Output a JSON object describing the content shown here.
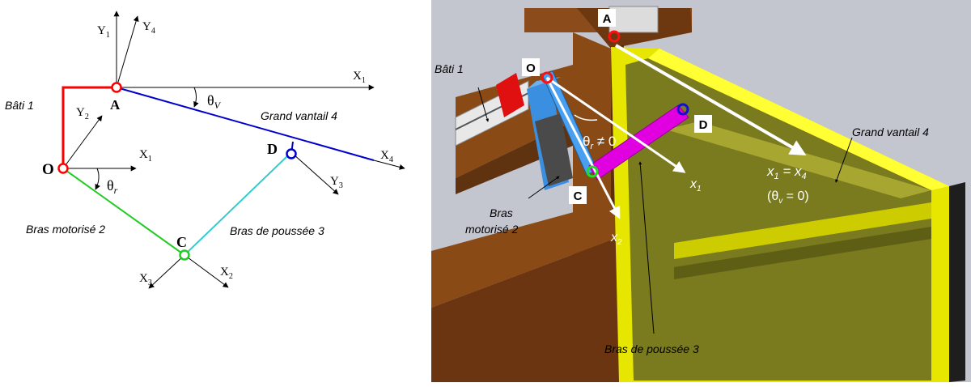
{
  "left": {
    "points": {
      "O": "O",
      "A": "A",
      "C": "C",
      "D": "D"
    },
    "axes": {
      "Y1": "Y",
      "Y1_sub": "1",
      "Y4": "Y",
      "Y4_sub": "4",
      "X1_top": "X",
      "X1_top_sub": "1",
      "Y2": "Y",
      "Y2_sub": "2",
      "X1_mid": "X",
      "X1_mid_sub": "1",
      "X4": "X",
      "X4_sub": "4",
      "Y3": "Y",
      "Y3_sub": "3",
      "X3": "X",
      "X3_sub": "3",
      "X2": "X",
      "X2_sub": "2"
    },
    "angles": {
      "theta_v": "θ",
      "theta_v_sub": "V",
      "theta_r": "θ",
      "theta_r_sub": "r"
    },
    "parts": {
      "frame": "Bâti 1",
      "large_leaf": "Grand vantail 4",
      "motor_arm": "Bras motorisé 2",
      "push_arm": "Bras de poussée 3"
    },
    "colors": {
      "frame": "#ff0000",
      "leaf": "#0000cc",
      "motor_arm": "#22cc22",
      "push_arm": "#33cccc"
    }
  },
  "right": {
    "points": {
      "A": "A",
      "O": "O",
      "C": "C",
      "D": "D"
    },
    "parts": {
      "frame": "Bâti 1",
      "large_leaf": "Grand vantail 4",
      "motor_arm_line1": "Bras",
      "motor_arm_line2": "motorisé 2",
      "push_arm": "Bras de poussée 3"
    },
    "vectors": {
      "x1": "x",
      "x1_sub": "1",
      "x2": "x",
      "x2_sub": "2",
      "eq_left": "x",
      "eq_left_sub": "1",
      "eq_sign": " = ",
      "eq_right": "x",
      "eq_right_sub": "4",
      "cond_open": "(θ",
      "cond_sub": "v",
      "cond_close": " = 0)"
    },
    "angle": {
      "theta": "θ",
      "theta_sub": "r",
      "neq": " ≠ 0"
    },
    "colors": {
      "leaf": "#ffff00",
      "panel": "#7a7a1e",
      "motor_arm": "#3b8fe0",
      "push_arm": "#e000e0",
      "wood": "#8a4a16"
    }
  }
}
